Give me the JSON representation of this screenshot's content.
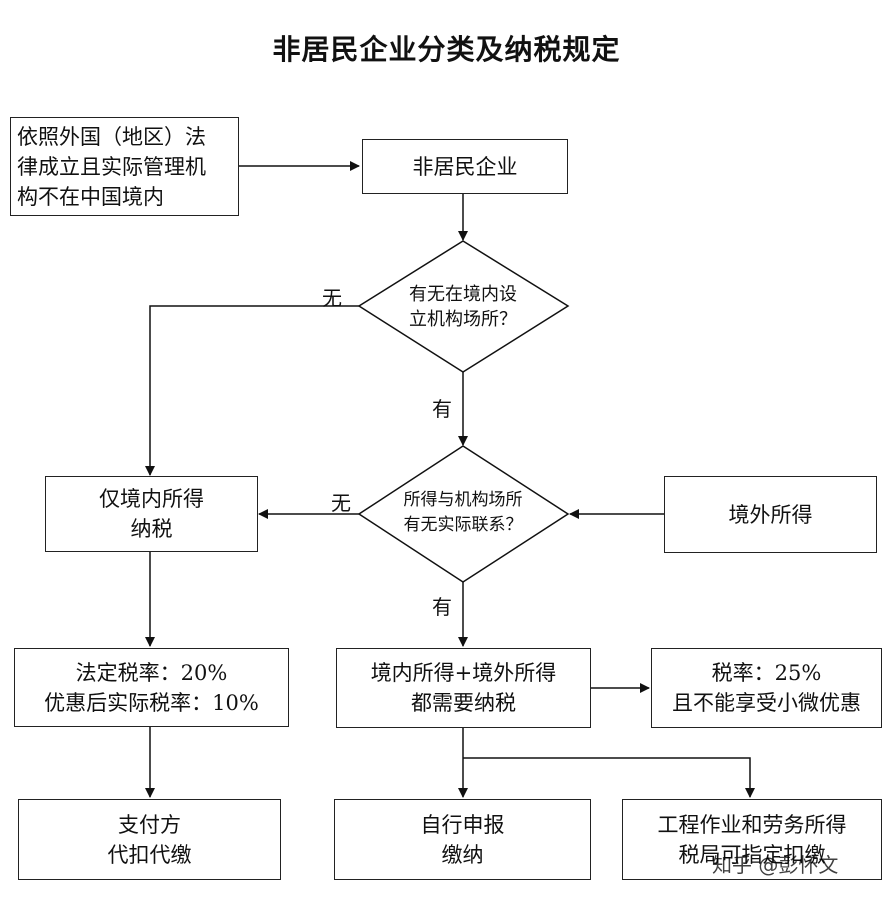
{
  "title": "非居民企业分类及纳税规定",
  "nodes": {
    "origin": [
      "依照外国（地区）法",
      "律成立且实际管理机",
      "构不在中国境内"
    ],
    "nonresident": [
      "非居民企业"
    ],
    "q_establishment": [
      "有无在境内设",
      "立机构场所？"
    ],
    "domestic_only": [
      "仅境内所得",
      "纳税"
    ],
    "q_connection": [
      "所得与机构场所",
      "有无实际联系？"
    ],
    "foreign_income": [
      "境外所得"
    ],
    "rate_20": [
      "法定税率：20%",
      "优惠后实际税率：10%"
    ],
    "both_incomes": [
      "境内所得+境外所得",
      "都需要纳税"
    ],
    "rate_25": [
      "税率：25%",
      "且不能享受小微优惠"
    ],
    "withholding": [
      "支付方",
      "代扣代缴"
    ],
    "self_declare": [
      "自行申报",
      "缴纳"
    ],
    "engineering": [
      "工程作业和劳务所得",
      "税局可指定扣缴"
    ]
  },
  "edge_labels": {
    "no_establishment": "无",
    "has_establishment": "有",
    "no_connection": "无",
    "has_connection": "有"
  },
  "watermark": "知乎 @彭怀文"
}
